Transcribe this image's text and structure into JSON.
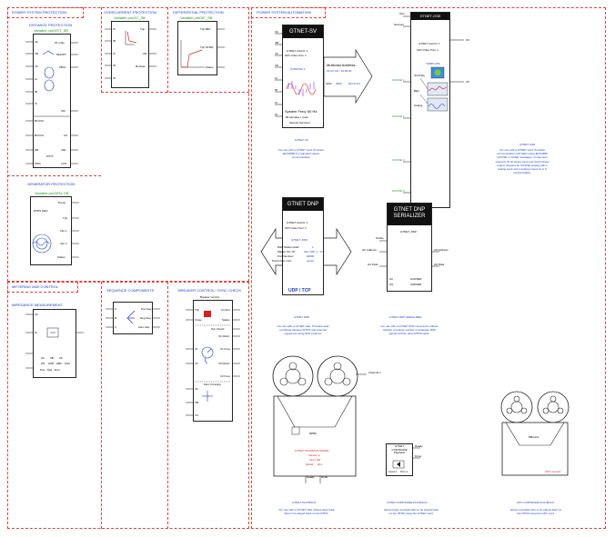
{
  "regions": {
    "power_system_protection": "POWER SYSTEM PROTECTION",
    "power_system_automation": "POWER SYSTEM AUTOMATION",
    "metering_and_control": "METERING AND CONTROL"
  },
  "subtitles": {
    "distance": "DISTANCE PROTECTION",
    "overcurrent": "OVERCURRENT PROTECTION",
    "differential": "DIFFERENTIAL PROTECTION",
    "generator": "GENERATOR PROTECTION",
    "impedance": "IMPEDANCE MEASUREMENT",
    "sequence": "SEQUENCE COMPONENTS",
    "breaker": "BREAKER CONTROL / SYNC CHECK"
  },
  "distance_block": {
    "header": "Variable proDIST_SB",
    "left_ports": [
      "VA",
      "VB",
      "VC",
      "IA",
      "IB",
      "IC",
      "BLOCK",
      "BLKCS",
      "DR",
      "ORG"
    ],
    "right_ports": [
      "Z1 relay",
      "MHOPT",
      "PBCL",
      "IOb",
      "CS",
      "CRL",
      "LOG"
    ],
    "name": "PUTT"
  },
  "overcurrent_block": {
    "header": "Variable proOC_SB",
    "left_ports": [
      "IA",
      "IB",
      "IC",
      "IN",
      "IS"
    ],
    "right_ports": [
      "Trip",
      "CR",
      "Reclose"
    ]
  },
  "differential_block": {
    "header": "Variable proDIF_SB",
    "right_ports": [
      "Trip Blk?",
      "Trip ST481",
      "Status"
    ]
  },
  "generator_block": {
    "header": "Variable proGEN_SB",
    "name": "RTDS GEN",
    "right_ports": [
      "Droop",
      "Trip",
      "Info 1",
      "Info 2",
      "Status"
    ]
  },
  "impedance_block": {
    "left_ports": [
      "VA",
      "IA"
    ],
    "labels": [
      "ZA",
      "ZB",
      "ZC",
      "ZN",
      "ZAB",
      "ZBC",
      "ZCA"
    ],
    "bottom_label": "Pos , Neg , Zero"
  },
  "sequence_block": {
    "left_ports": [
      "A",
      "B",
      "C"
    ],
    "right_ports": [
      "Pos Seq",
      "Neg Seq",
      "Zero Seq"
    ]
  },
  "breaker_block": {
    "header": "Breaker Control",
    "left_ports": [
      "Trip",
      "Close",
      "V1",
      "V2",
      "VA",
      "VB",
      "VC"
    ],
    "right_ports": [
      "Control",
      "Status",
      "Syn Check",
      "V1 Rslvd",
      "V1 Freq",
      "V2 Rslvd",
      "V2 Freq"
    ],
    "middle": "Zero Crossing"
  },
  "gtnet_sv": {
    "header": "GTNET-SV",
    "card": "GTNET Card #: 1",
    "port": "GPC Fiber Port: 1",
    "label": "GTNETSV 1",
    "sys_freq": "System Freq: 60 Hz",
    "samples": "80 samples / cycle",
    "sample_sync": "Sample Synched",
    "left_ports": [
      "VA",
      "VB",
      "VC",
      "VN",
      "IA",
      "IB",
      "IC",
      "IN"
    ],
    "multicast_title": "Multicast Address:",
    "multicast_value": "01:0C:CD : 04:00:00",
    "app_id": "APP ID:",
    "svid": "SvID",
    "svid_value": "4000",
    "mu": "MU 01:01",
    "title_caption": "GTNET SV",
    "caption": "For use with a GTNET card. Provides IEC61850-9-2 sampled values communication"
  },
  "gtnet_gse": {
    "header": "GTNET-GSE",
    "card": "GTNET Card #: 1",
    "port": "GPC Fiber Port: 1",
    "template": "TEMPLATE",
    "left_ports": [
      "Test",
      "NetCom",
      "GOOSE 1",
      "GOOSE 2",
      "GOOSE 3",
      "GOOSE 4"
    ],
    "right_ports": [
      "I/O",
      "I/O"
    ],
    "config": "GCOnfig",
    "bkpt": "Bkpt",
    "analog": "Analog",
    "title_caption": "GTNET GSE",
    "caption": "For use with a GTNET card. Provides communication with IEDs using IEC61850 GOOSE or GSSE messages. Component supports 32 bit binary input and 32 bit binary output. Support for GOOSE analog with 4 analog input and 4 analog output up to 6 received IEDs."
  },
  "gtnet_dnp": {
    "header": "GTNET DNP",
    "card": "GTNET Card #: 1",
    "port": "GPC Fiber Port: 1",
    "label": "GTNET_DNP",
    "station_addr": "DNP Station Addr.:",
    "station_addr_val": "1",
    "master_ip": "Master Stn. IP:",
    "master_ip_val": "192. 168.   1 . 172",
    "port_number": "Port Number:",
    "port_number_val": "20000",
    "points_file": "Points File (.txt):",
    "points_file_val": "points",
    "protocol": "UDP / TCP",
    "title_caption": "GTNET DNP",
    "caption": "For use with a GTNET card. Provides data exchange between RTDS and external equipment using DNP protocol."
  },
  "gtnet_dnp_ser": {
    "header": "GTNET DNP SERIALIZER",
    "label": "GTNET_DNP",
    "left_ports": [
      "Strobe",
      "AC Address",
      "AC Data"
    ],
    "right_ports": [
      "AS Address",
      "AS Data"
    ],
    "ac_label": "AC :",
    "as_label": "AS :",
    "ac_val": "ACDSER",
    "as_val": "ASDSER",
    "title_caption": "GTNET DNP SERIALIZER",
    "caption": "For use with a GTNET DNP component. Allows transfer of a large number of analogue DNP signals to/from other RTDS racks."
  },
  "playback": {
    "reel": "RPBC",
    "model_title": "GTNET PLAYBACK MODEL",
    "version": "Version 2",
    "input": "Input: Ba",
    "model": "Model:",
    "model_val": "pb1",
    "channel": "Channel 1",
    "ready": "Ready",
    "done": "Done",
    "title_caption": "GTNET PLAYBACK",
    "caption": "For use with a GTNET card. Allows large data files to be played back on the RTDS."
  },
  "comtrade": {
    "header": "GTNET COMTRADE Playback",
    "left": "Card 1",
    "left2": "Port 1",
    "right1": "Ready",
    "right2": "Done",
    "title_caption": "GTNET COMTRADE PLAYBACK",
    "caption": "Allows large comtrade files to be played back on the RTDS using the GTNET card."
  },
  "gpc_comtrade": {
    "reel": "RBanC2",
    "footer": "GPC Comtrd",
    "title_caption": "GPC COMTRADE PLAYBACK",
    "caption": "Allows comtrade files to be played back on the RTDS using the GPC card."
  }
}
